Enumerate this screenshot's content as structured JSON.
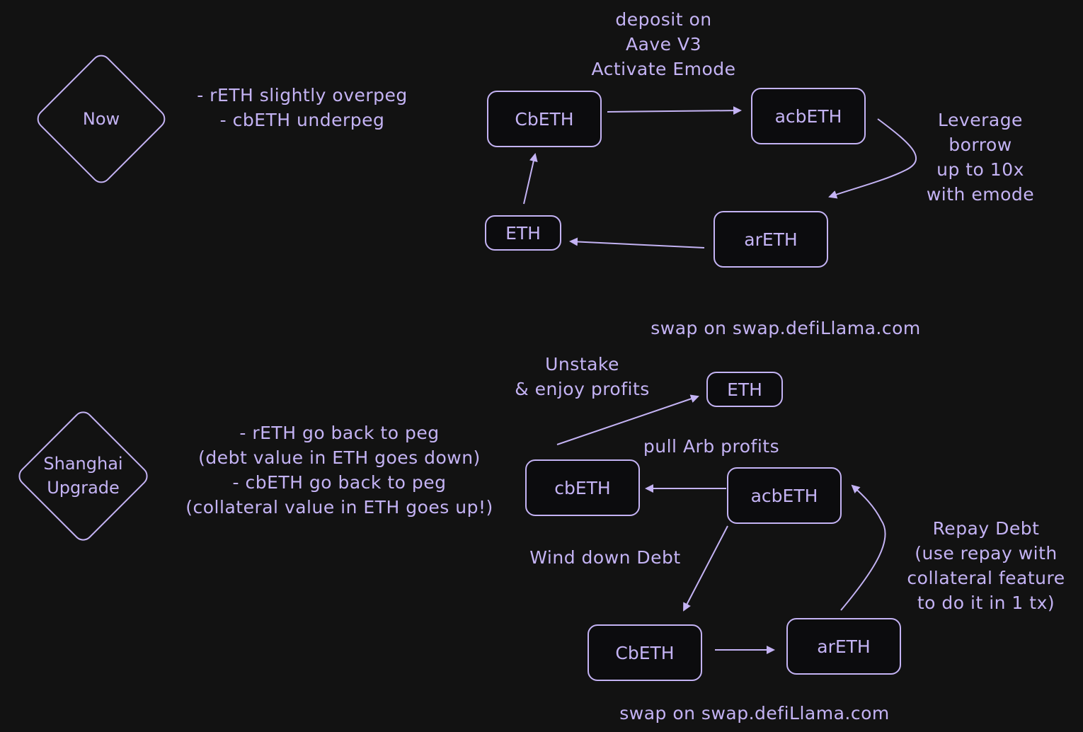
{
  "colors": {
    "background": "#121212",
    "stroke": "#c4b3f4",
    "text": "#c4b3f4"
  },
  "now_section": {
    "phase": "Now",
    "notes": [
      "- rETH slightly overpeg",
      "- cbETH underpeg"
    ],
    "nodes": {
      "cbeth": "CbETH",
      "acbeth": "acbETH",
      "areth": "arETH",
      "eth": "ETH"
    },
    "edge_labels": {
      "deposit": [
        "deposit on",
        "Aave V3",
        "Activate Emode"
      ],
      "leverage": [
        "Leverage",
        "borrow",
        "up to 10x",
        "with emode"
      ],
      "swap": "swap on swap.defiLlama.com"
    }
  },
  "shanghai_section": {
    "phase": [
      "Shanghai",
      "Upgrade"
    ],
    "notes": [
      "- rETH go back to peg",
      "(debt value in ETH goes down)",
      "- cbETH go back to peg",
      "(collateral value in ETH goes up!)"
    ],
    "nodes": {
      "eth": "ETH",
      "cbeth_top": "cbETH",
      "acbeth": "acbETH",
      "cbeth_bottom": "CbETH",
      "areth": "arETH"
    },
    "edge_labels": {
      "unstake": [
        "Unstake",
        "& enjoy profits"
      ],
      "pull": "pull Arb profits",
      "wind_down": "Wind down Debt",
      "repay": [
        "Repay Debt",
        "(use repay with",
        "collateral feature",
        "to do it in 1 tx)"
      ],
      "swap": "swap on swap.defiLlama.com"
    }
  }
}
